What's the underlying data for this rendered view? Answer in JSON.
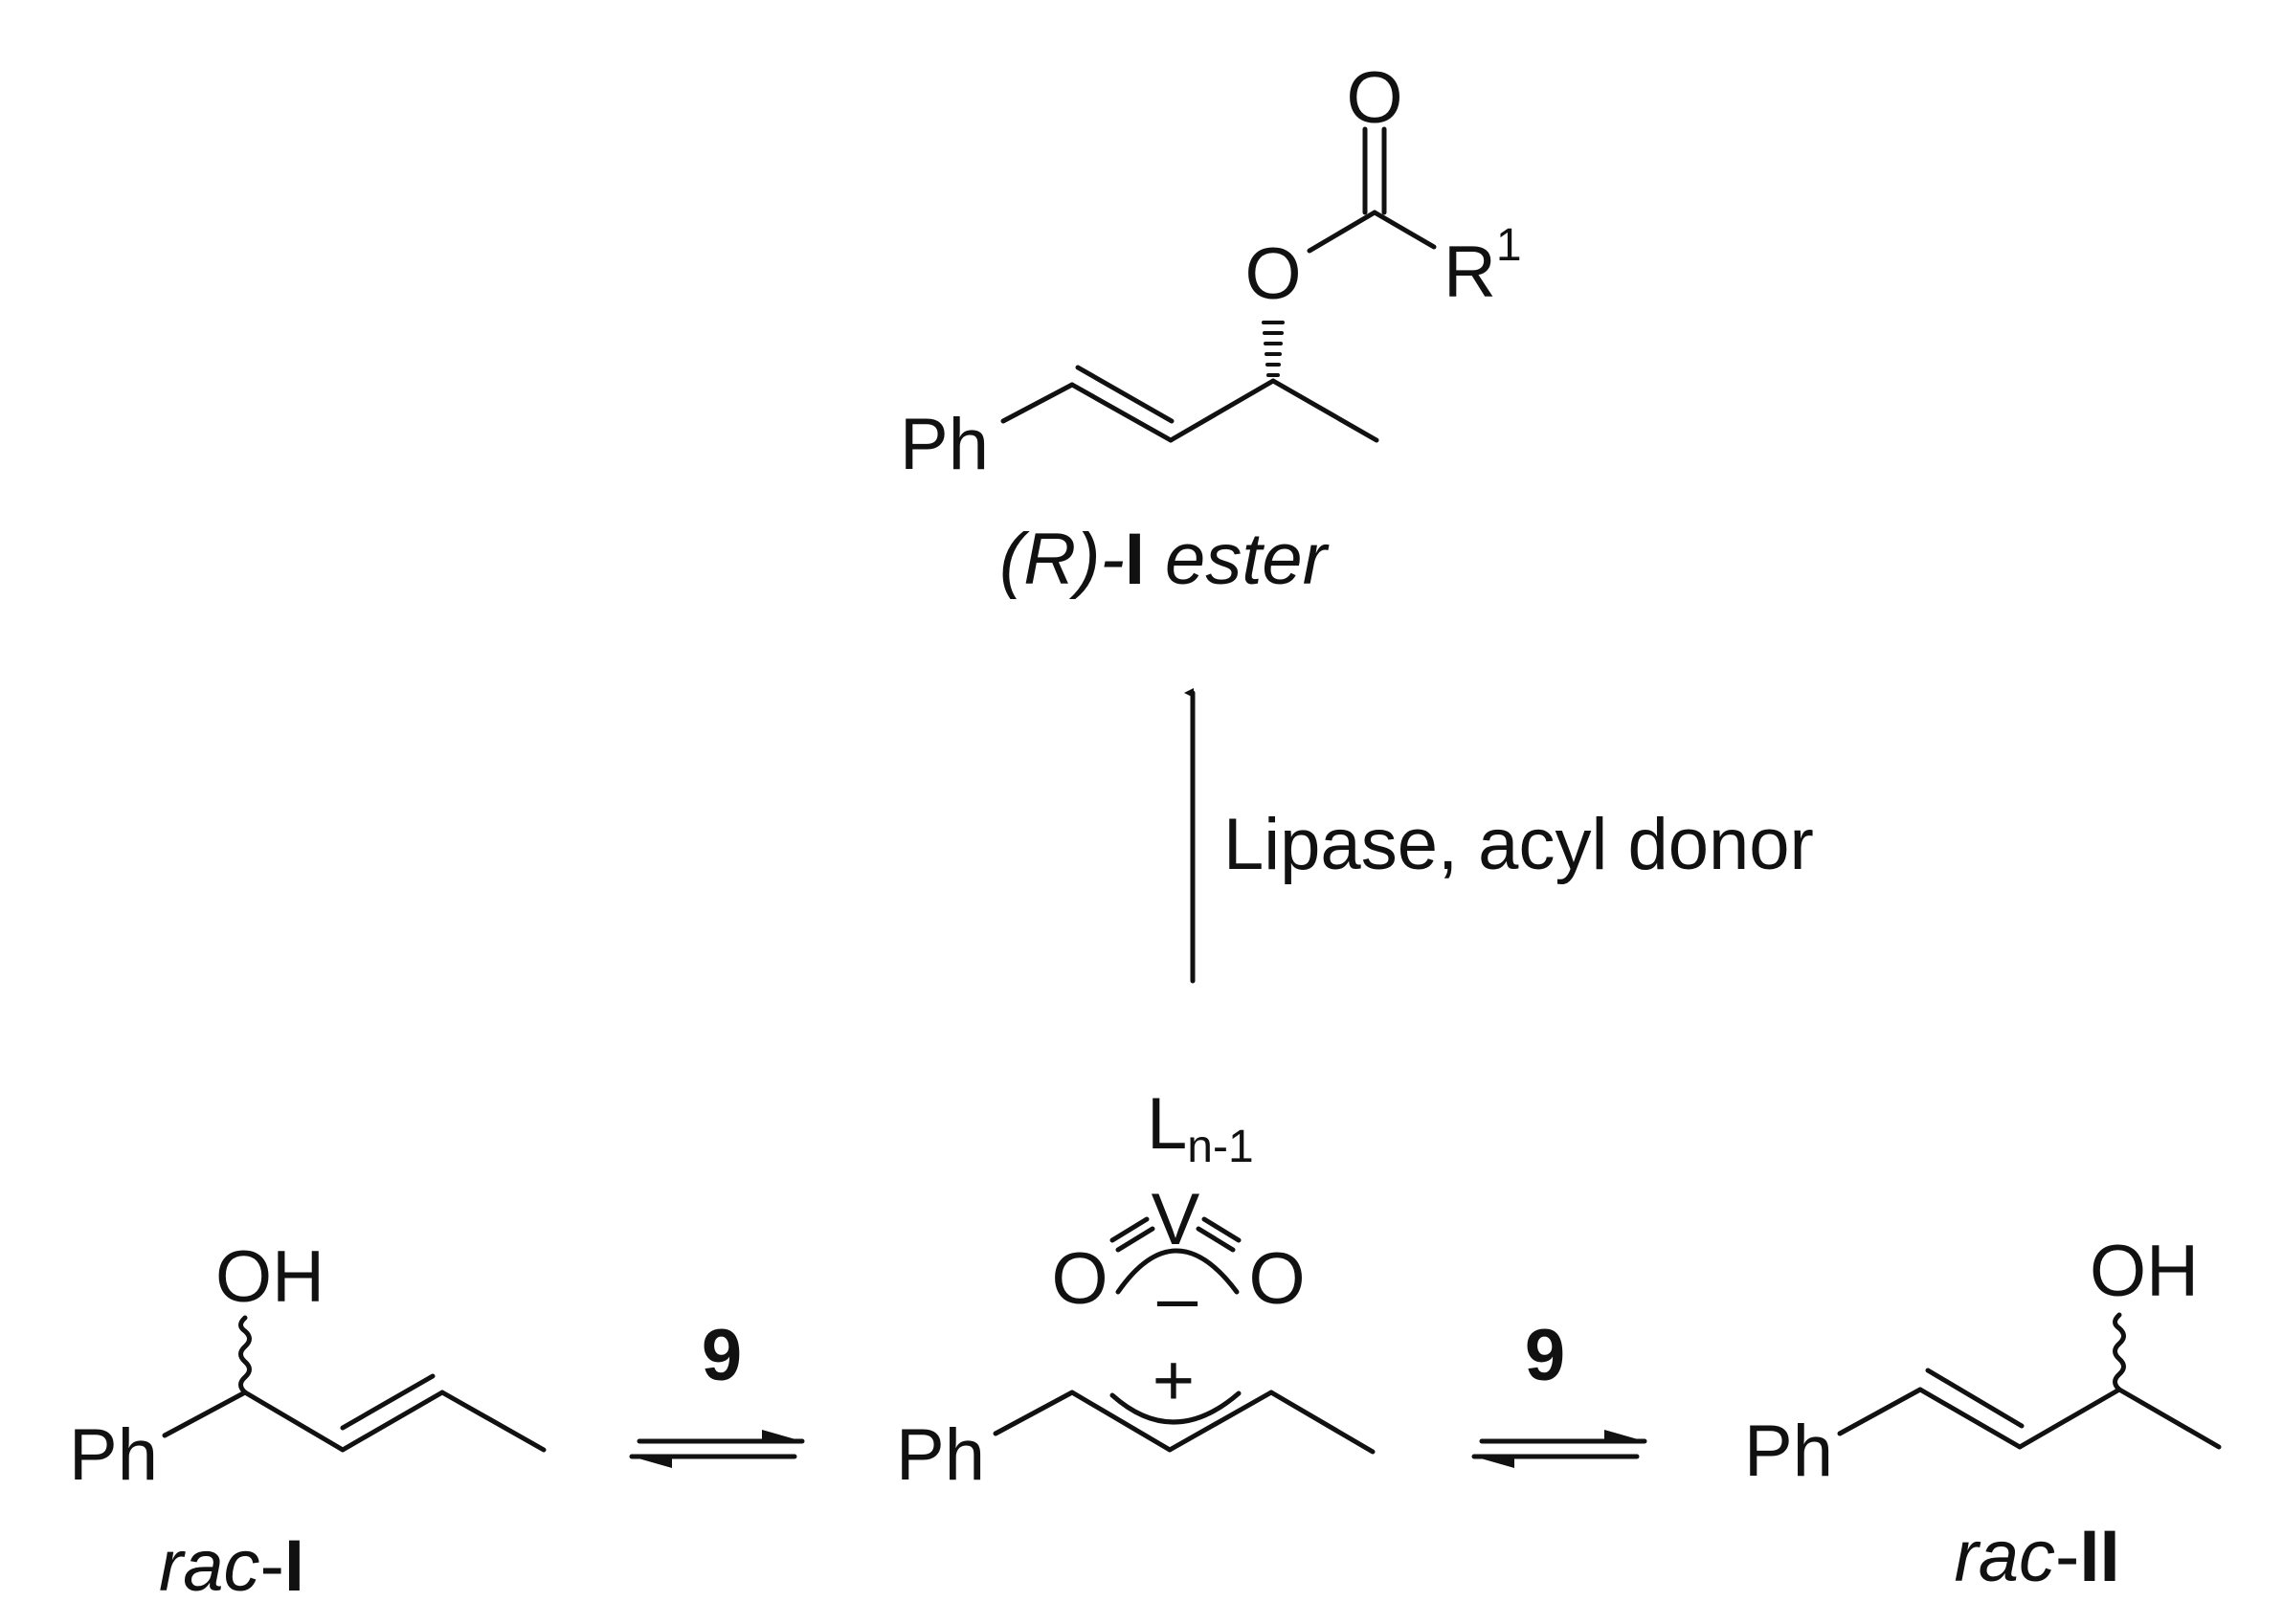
{
  "product": {
    "carbonyl_o": "O",
    "ester_o": "O",
    "r_group": "R",
    "r_superscript": "1",
    "ph": "Ph",
    "label_open": "(",
    "label_r": "R",
    "label_close": ")-",
    "label_numeral": "I",
    "label_ester": " ester"
  },
  "arrow_vertical": {
    "conditions": "Lipase, acyl donor"
  },
  "complex": {
    "ligand_L": "L",
    "ligand_sub": "n-1",
    "metal": "V",
    "oxygen_left": "O",
    "oxygen_right": "O",
    "minus": "–",
    "plus": "+",
    "ph": "Ph"
  },
  "left_equilibrium": {
    "catalyst": "9"
  },
  "right_equilibrium": {
    "catalyst": "9"
  },
  "rac_I": {
    "oh": "OH",
    "ph": "Ph",
    "label_prefix": "rac",
    "label_sep": "-",
    "label_numeral": "I"
  },
  "rac_II": {
    "oh": "OH",
    "ph": "Ph",
    "label_prefix": "rac",
    "label_sep": "-",
    "label_numeral": "II"
  }
}
